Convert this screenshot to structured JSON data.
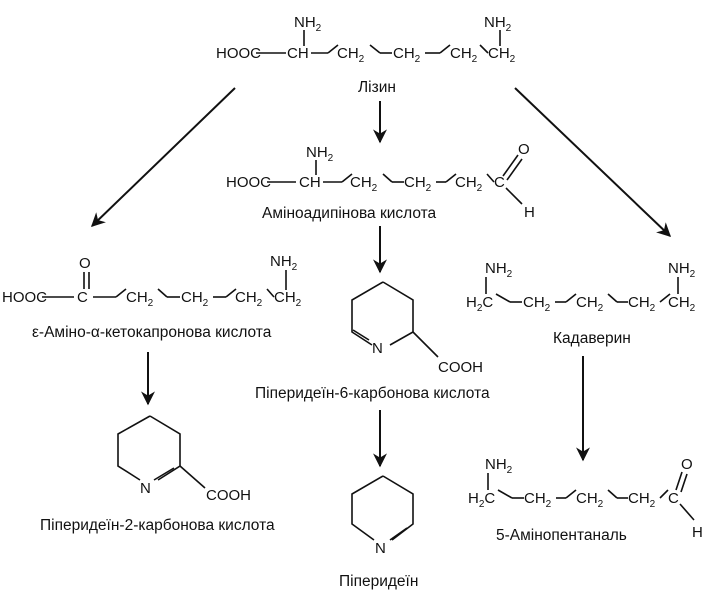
{
  "compounds": {
    "lysine": {
      "name": "Лізин",
      "formula": [
        "HOOC",
        "CH",
        "CH",
        "CH",
        "CH",
        "CH"
      ],
      "sub": "2",
      "amino": "NH"
    },
    "aminoadipic": {
      "name": "Аміноадипінова кислота",
      "formula": [
        "HOOC",
        "CH",
        "CH",
        "CH",
        "CH",
        "C"
      ],
      "sub": "2",
      "amino": "NH",
      "o": "O",
      "h": "H"
    },
    "ketocaproic": {
      "name": "ε-Аміно-α-кетокапронова кислота",
      "formula": [
        "HOOC",
        "C",
        "CH",
        "CH",
        "CH",
        "CH"
      ],
      "sub": "2",
      "amino": "NH",
      "o": "O"
    },
    "cadaverine": {
      "name": "Кадаверин",
      "formula": [
        "H",
        "C",
        "CH",
        "CH",
        "CH",
        "CH"
      ],
      "sub": "2",
      "amino": "NH"
    },
    "piperideine6": {
      "name": "Піперидеїн-6-карбонова кислота",
      "n": "N",
      "cooh": "COOH"
    },
    "piperideine2": {
      "name": "Піперидеїн-2-карбонова кислота",
      "n": "N",
      "cooh": "COOH"
    },
    "piperideine": {
      "name": "Піперидеїн",
      "n": "N"
    },
    "aminopentanal": {
      "name": "5-Амінопентаналь",
      "formula": [
        "H",
        "C",
        "CH",
        "CH",
        "CH",
        "C"
      ],
      "sub": "2",
      "amino": "NH",
      "o": "O",
      "h": "H"
    }
  },
  "arrows": [
    {
      "from": "lysine",
      "to": "ketocaproic"
    },
    {
      "from": "lysine",
      "to": "aminoadipic"
    },
    {
      "from": "lysine",
      "to": "cadaverine"
    },
    {
      "from": "aminoadipic",
      "to": "piperideine6"
    },
    {
      "from": "piperideine6",
      "to": "piperideine"
    },
    {
      "from": "ketocaproic",
      "to": "piperideine2"
    },
    {
      "from": "cadaverine",
      "to": "aminopentanal"
    }
  ]
}
